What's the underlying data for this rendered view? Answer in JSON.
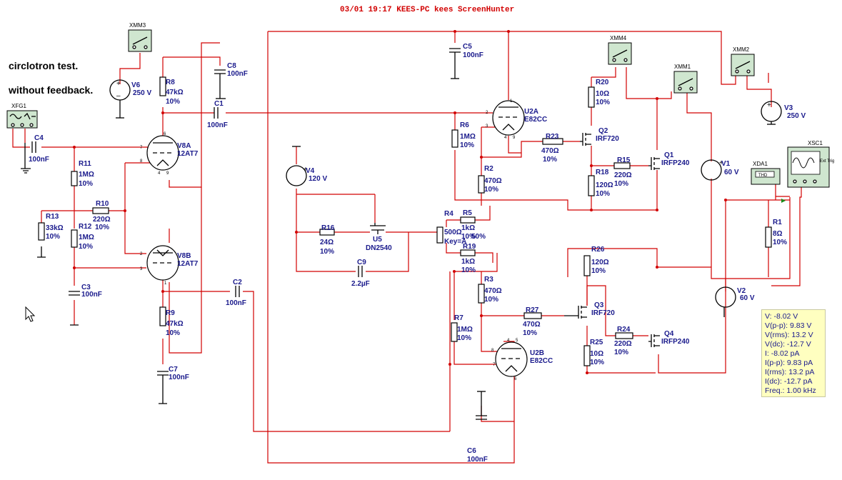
{
  "header": "03/01 19:17 KEES-PC kees ScreenHunter",
  "notes": [
    "circlotron test.",
    "without feedback."
  ],
  "instruments": {
    "xmm3": "XMM3",
    "xmm4": "XMM4",
    "xmm1": "XMM1",
    "xmm2": "XMM2",
    "xfg1": "XFG1",
    "xda1": "XDA1",
    "xda1_tag": "THD",
    "xsc1": "XSC1",
    "ext_trig": "Ext Trig"
  },
  "components": {
    "v6": {
      "ref": "V6",
      "value": "250 V"
    },
    "v3": {
      "ref": "V3",
      "value": "250 V"
    },
    "v4": {
      "ref": "V4",
      "value": "120 V"
    },
    "v1": {
      "ref": "V1",
      "value": "60 V"
    },
    "v2": {
      "ref": "V2",
      "value": "60 V"
    },
    "r8": {
      "ref": "R8",
      "value": "47kΩ",
      "tol": "10%"
    },
    "r9": {
      "ref": "R9",
      "value": "47kΩ",
      "tol": "10%"
    },
    "r11": {
      "ref": "R11",
      "value": "1MΩ",
      "tol": "10%"
    },
    "r12": {
      "ref": "R12",
      "value": "1MΩ",
      "tol": "10%"
    },
    "r10": {
      "ref": "R10",
      "value": "220Ω",
      "tol": "10%"
    },
    "r13": {
      "ref": "R13",
      "value": "33kΩ",
      "tol": "10%"
    },
    "r16": {
      "ref": "R16",
      "value": "24Ω",
      "tol": "10%"
    },
    "r4": {
      "ref": "R4",
      "value": "500Ω",
      "extra": "Key=A"
    },
    "r5": {
      "ref": "R5",
      "value": "1kΩ",
      "tol": "10%",
      "pct": "50%"
    },
    "r19": {
      "ref": "R19",
      "value": "1kΩ",
      "tol": "10%"
    },
    "r6": {
      "ref": "R6",
      "value": "1MΩ",
      "tol": "10%"
    },
    "r2": {
      "ref": "R2",
      "value": "470Ω",
      "tol": "10%"
    },
    "r3": {
      "ref": "R3",
      "value": "470Ω",
      "tol": "10%"
    },
    "r7": {
      "ref": "R7",
      "value": "1MΩ",
      "tol": "10%"
    },
    "r23": {
      "ref": "R23",
      "value": "470Ω",
      "tol": "10%"
    },
    "r27": {
      "ref": "R27",
      "value": "470Ω",
      "tol": "10%"
    },
    "r20": {
      "ref": "R20",
      "value": "10Ω",
      "tol": "10%"
    },
    "r18": {
      "ref": "R18",
      "value": "120Ω",
      "tol": "10%"
    },
    "r15": {
      "ref": "R15",
      "value": "220Ω",
      "tol": "10%"
    },
    "r26": {
      "ref": "R26",
      "value": "120Ω",
      "tol": "10%"
    },
    "r25": {
      "ref": "R25",
      "value": "10Ω",
      "tol": "10%"
    },
    "r24": {
      "ref": "R24",
      "value": "220Ω",
      "tol": "10%"
    },
    "r1": {
      "ref": "R1",
      "value": "8Ω",
      "tol": "10%"
    },
    "c1": {
      "ref": "C1",
      "value": "100nF"
    },
    "c2": {
      "ref": "C2",
      "value": "100nF"
    },
    "c3": {
      "ref": "C3",
      "value": "100nF"
    },
    "c4": {
      "ref": "C4",
      "value": "100nF"
    },
    "c5": {
      "ref": "C5",
      "value": "100nF"
    },
    "c6": {
      "ref": "C6",
      "value": "100nF"
    },
    "c7": {
      "ref": "C7",
      "value": "100nF"
    },
    "c8": {
      "ref": "C8",
      "value": "100nF"
    },
    "c9": {
      "ref": "C9",
      "value": "2.2µF"
    },
    "v8a": {
      "ref": "V8A",
      "part": "12AT7"
    },
    "v8b": {
      "ref": "V8B",
      "part": "12AT7"
    },
    "u2a": {
      "ref": "U2A",
      "part": "E82CC"
    },
    "u2b": {
      "ref": "U2B",
      "part": "E82CC"
    },
    "u5": {
      "ref": "U5",
      "part": "DN2540"
    },
    "q1": {
      "ref": "Q1",
      "part": "IRFP240"
    },
    "q2": {
      "ref": "Q2",
      "part": "IRF720"
    },
    "q3": {
      "ref": "Q3",
      "part": "IRF720"
    },
    "q4": {
      "ref": "Q4",
      "part": "IRFP240"
    }
  },
  "pins": {
    "one": "1",
    "two": "2",
    "three": "3",
    "five": "5",
    "six": "6",
    "seven": "7",
    "eight": "8",
    "nine": "9",
    "four": "4"
  },
  "probe": [
    "V: -8.02 V",
    "V(p-p): 9.83 V",
    "V(rms): 13.2 V",
    "V(dc): -12.7 V",
    "I: -8.02 pA",
    "I(p-p): 9.83 pA",
    "I(rms): 13.2 pA",
    "I(dc): -12.7 pA",
    "Freq.: 1.00 kHz"
  ]
}
